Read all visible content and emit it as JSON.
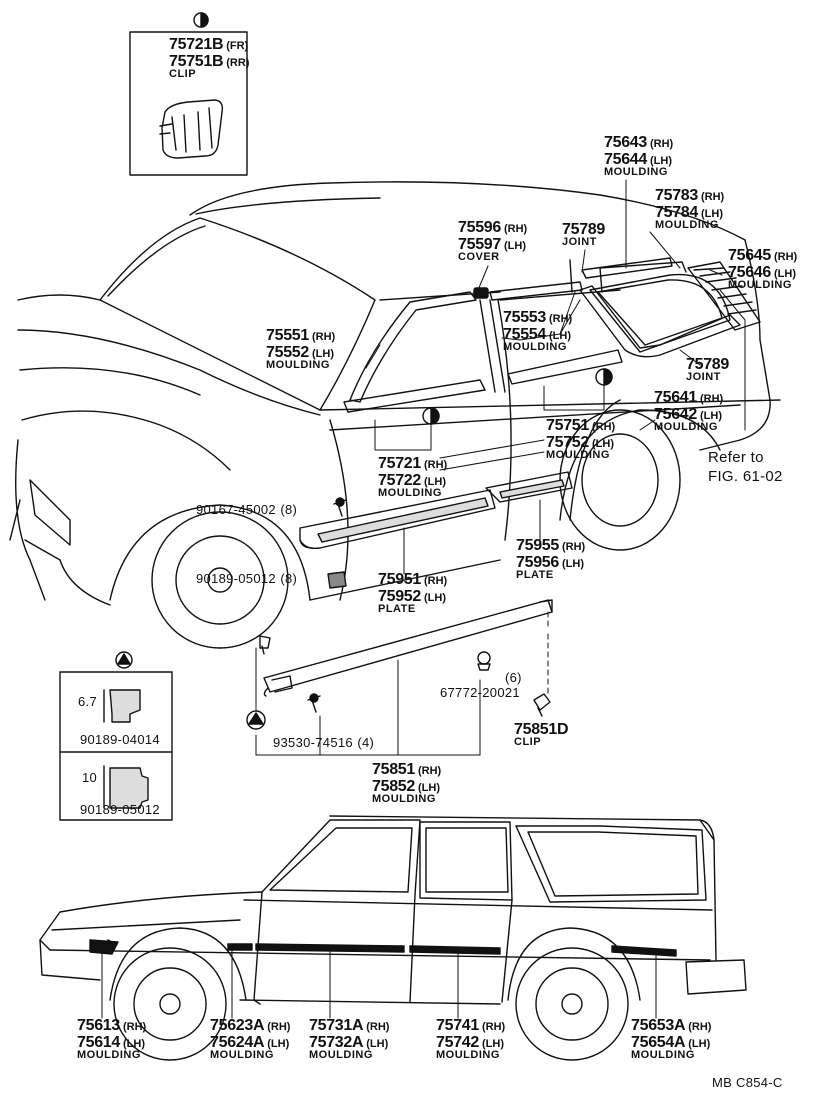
{
  "callouts": {
    "clip_box": {
      "p1": "75721B",
      "s1": "(FR)",
      "p2": "75751B",
      "s2": "(RR)",
      "name": "CLIP"
    },
    "c75643": {
      "p1": "75643",
      "s1": "(RH)",
      "p2": "75644",
      "s2": "(LH)",
      "name": "MOULDING"
    },
    "c75783": {
      "p1": "75783",
      "s1": "(RH)",
      "p2": "75784",
      "s2": "(LH)",
      "name": "MOULDING"
    },
    "c75645": {
      "p1": "75645",
      "s1": "(RH)",
      "p2": "75646",
      "s2": "(LH)",
      "name": "MOULDING"
    },
    "c75596": {
      "p1": "75596",
      "s1": "(RH)",
      "p2": "75597",
      "s2": "(LH)",
      "name": "COVER"
    },
    "c75789a": {
      "p1": "75789",
      "name": "JOINT"
    },
    "c75551": {
      "p1": "75551",
      "s1": "(RH)",
      "p2": "75552",
      "s2": "(LH)",
      "name": "MOULDING"
    },
    "c75553": {
      "p1": "75553",
      "s1": "(RH)",
      "p2": "75554",
      "s2": "(LH)",
      "name": "MOULDING"
    },
    "c75789b": {
      "p1": "75789",
      "name": "JOINT"
    },
    "c75641": {
      "p1": "75641",
      "s1": "(RH)",
      "p2": "75642",
      "s2": "(LH)",
      "name": "MOULDING"
    },
    "c75751": {
      "p1": "75751",
      "s1": "(RH)",
      "p2": "75752",
      "s2": "(LH)",
      "name": "MOULDING"
    },
    "c75721": {
      "p1": "75721",
      "s1": "(RH)",
      "p2": "75722",
      "s2": "(LH)",
      "name": "MOULDING"
    },
    "c75955": {
      "p1": "75955",
      "s1": "(RH)",
      "p2": "75956",
      "s2": "(LH)",
      "name": "PLATE"
    },
    "c75951": {
      "p1": "75951",
      "s1": "(RH)",
      "p2": "75952",
      "s2": "(LH)",
      "name": "PLATE"
    },
    "c75851": {
      "p1": "75851",
      "s1": "(RH)",
      "p2": "75852",
      "s2": "(LH)",
      "name": "MOULDING"
    },
    "c75851d": {
      "p1": "75851D",
      "name": "CLIP"
    },
    "c75613": {
      "p1": "75613",
      "s1": "(RH)",
      "p2": "75614",
      "s2": "(LH)",
      "name": "MOULDING"
    },
    "c75623": {
      "p1": "75623A",
      "s1": "(RH)",
      "p2": "75624A",
      "s2": "(LH)",
      "name": "MOULDING"
    },
    "c75731": {
      "p1": "75731A",
      "s1": "(RH)",
      "p2": "75732A",
      "s2": "(LH)",
      "name": "MOULDING"
    },
    "c75741": {
      "p1": "75741",
      "s1": "(RH)",
      "p2": "75742",
      "s2": "(LH)",
      "name": "MOULDING"
    },
    "c75653": {
      "p1": "75653A",
      "s1": "(RH)",
      "p2": "75654A",
      "s2": "(LH)",
      "name": "MOULDING"
    }
  },
  "fasteners": {
    "f1": {
      "part": "90167-45002",
      "qty": "(8)"
    },
    "f2": {
      "part": "90189-05012",
      "qty": "(8)"
    },
    "f3": {
      "part": "93530-74516",
      "qty": "(4)"
    },
    "f4": {
      "qty": "(6)",
      "part": "67772-20021"
    }
  },
  "refer": {
    "line1": "Refer to",
    "line2": "FIG. 61-02"
  },
  "legend": {
    "dim1": "6.7",
    "part1": "90189-04014",
    "dim2": "10",
    "part2": "90189-05012"
  },
  "drawing_code": "MB  C854-C",
  "icon_names": [
    "half-circle-icon",
    "triangle-icon"
  ]
}
